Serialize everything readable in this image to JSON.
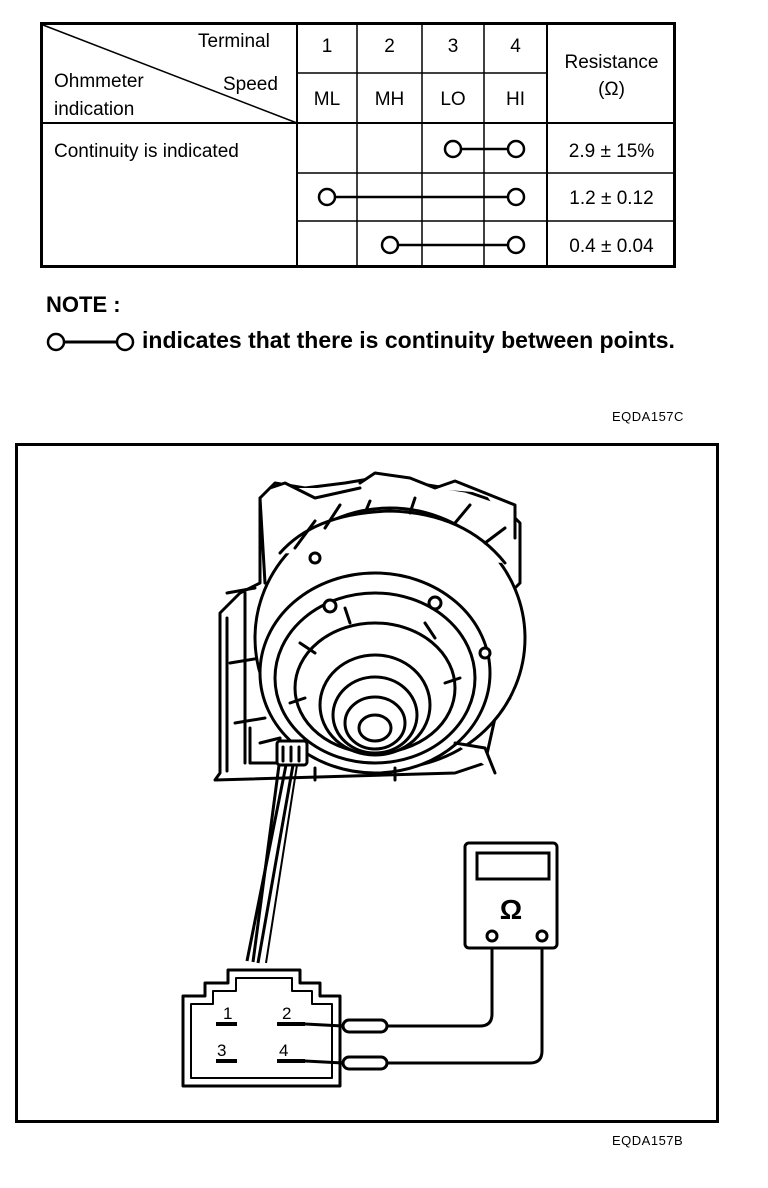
{
  "table": {
    "header_terminal": "Terminal",
    "header_speed": "Speed",
    "header_ohmmeter": "Ohmmeter",
    "header_indication": "indication",
    "terminals": [
      "1",
      "2",
      "3",
      "4"
    ],
    "speeds": [
      "ML",
      "MH",
      "LO",
      "HI"
    ],
    "resistance_title": "Resistance",
    "resistance_unit": "(Ω)",
    "row_label": "Continuity is indicated",
    "rows": [
      {
        "from_terminal": "3",
        "to_terminal": "4",
        "resistance": "2.9 ± 15%"
      },
      {
        "from_terminal": "1",
        "to_terminal": "4",
        "resistance": "1.2 ± 0.12"
      },
      {
        "from_terminal": "2",
        "to_terminal": "4",
        "resistance": "0.4 ± 0.04"
      }
    ]
  },
  "note": {
    "title": "NOTE :",
    "text": "indicates that there is continuity between points."
  },
  "caption_top": "EQDA157C",
  "caption_bottom": "EQDA157B",
  "figure": {
    "meter_symbol": "Ω",
    "connector_pins": [
      "1",
      "2",
      "3",
      "4"
    ]
  }
}
